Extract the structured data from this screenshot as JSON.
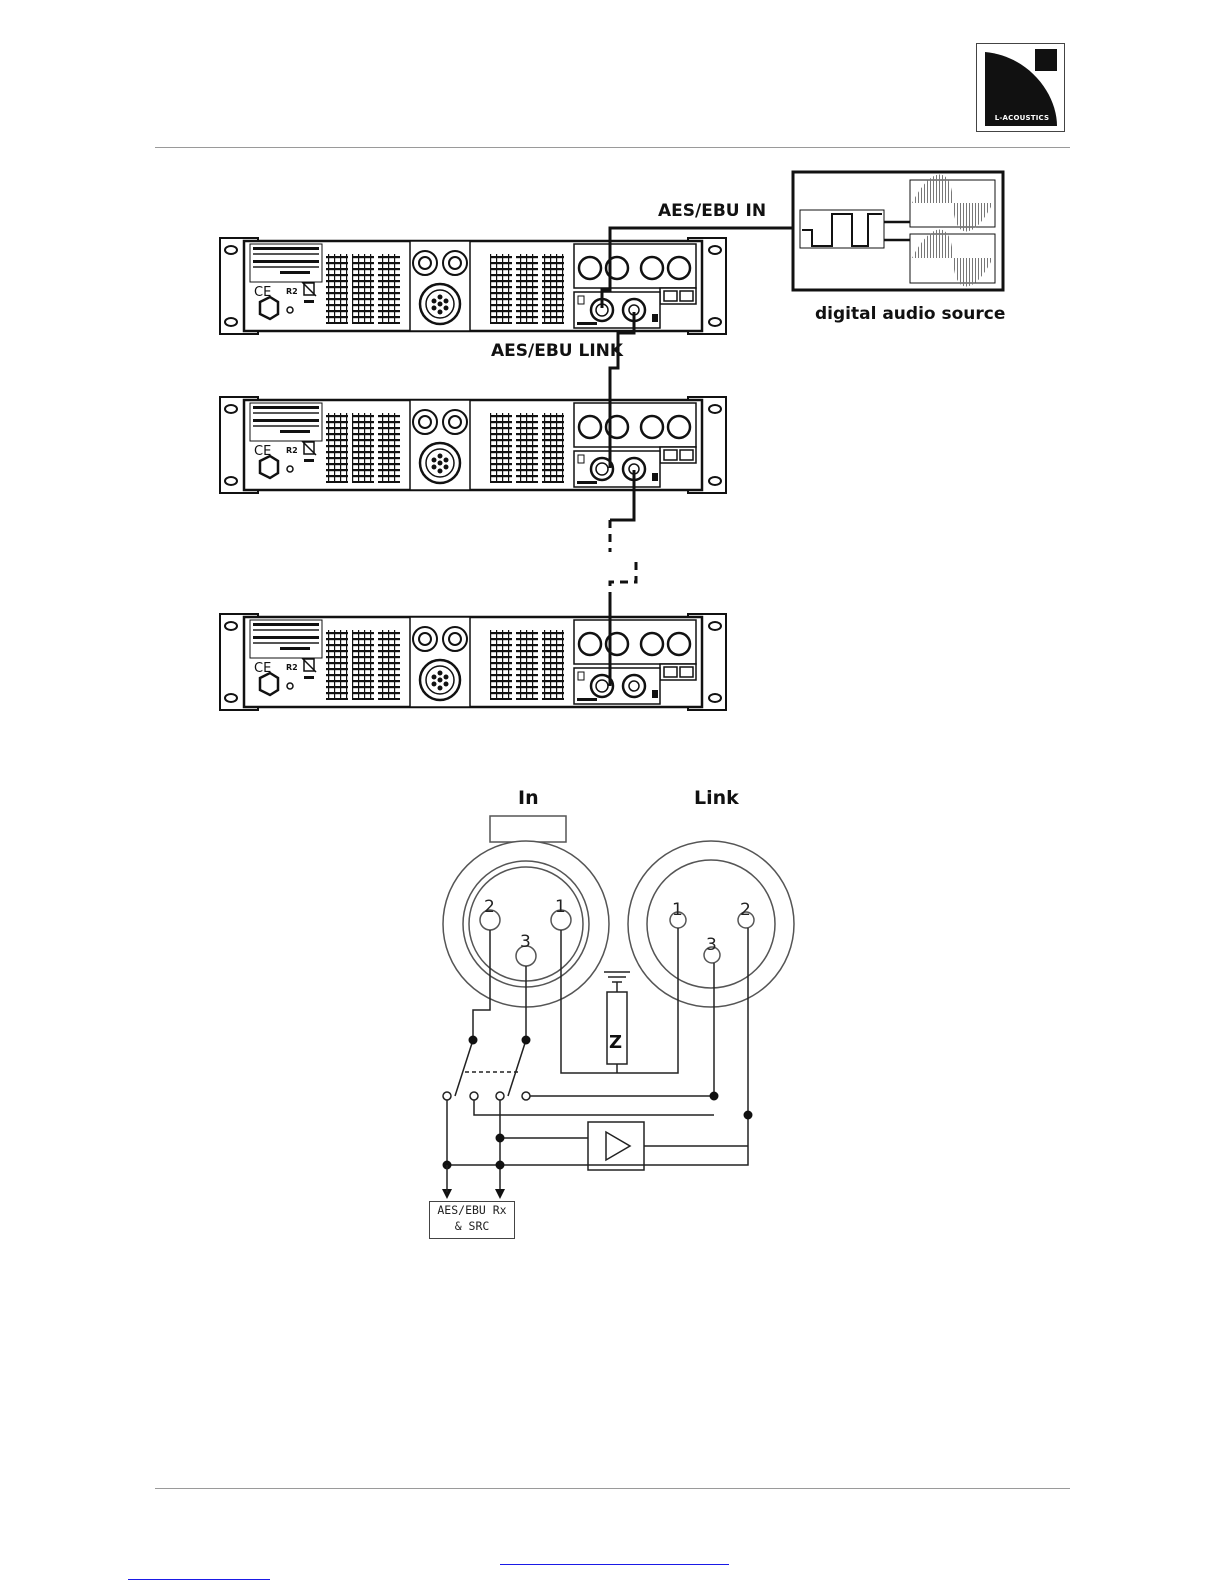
{
  "logo": {
    "text": "L-ACOUSTICS"
  },
  "diagram_top": {
    "aes_ebu_in_label": "AES/EBU IN",
    "aes_ebu_link_label": "AES/EBU LINK",
    "source_label": "digital audio source"
  },
  "diagram_bottom": {
    "in_label": "In",
    "link_label": "Link",
    "in_pins": [
      "2",
      "3",
      "1"
    ],
    "link_pins": [
      "1",
      "3",
      "2"
    ],
    "impedance_label": "Z",
    "receiver_label_line1": "AES/EBU Rx",
    "receiver_label_line2": "& SRC"
  },
  "colors": {
    "line": "#111111",
    "link": "#1a1ae6",
    "rule": "#9a9a9a"
  }
}
